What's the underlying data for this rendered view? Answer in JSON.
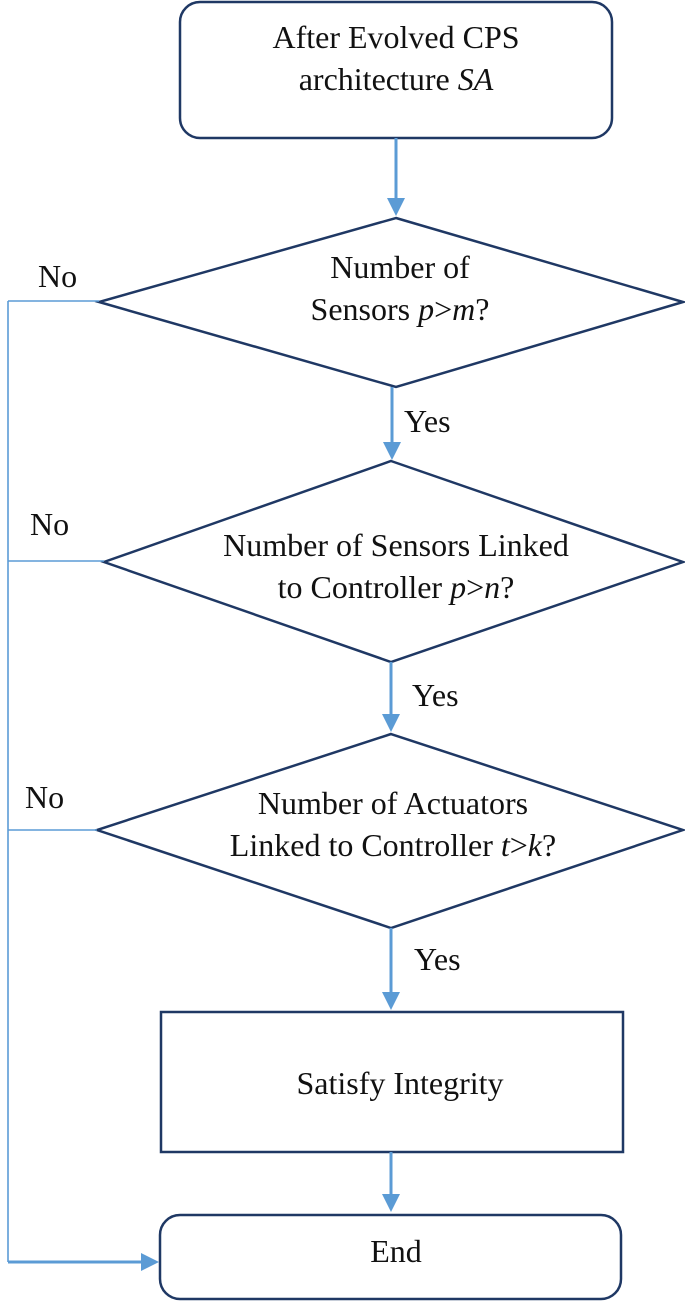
{
  "colors": {
    "arrow": "#5b9bd5",
    "outline": "#1f3864",
    "text": "#111111"
  },
  "nodes": {
    "start": {
      "line1": "After Evolved CPS",
      "line2_plain": "architecture ",
      "line2_italic": "SA"
    },
    "decision1": {
      "line1": "Number of",
      "line2_plain": "Sensors ",
      "line2_italic_a": "p",
      "line2_op": ">",
      "line2_italic_b": "m",
      "line2_end": "?"
    },
    "decision2": {
      "line1": "Number of Sensors Linked",
      "line2_plain": "to Controller ",
      "line2_italic_a": "p",
      "line2_op": ">",
      "line2_italic_b": "n",
      "line2_end": "?"
    },
    "decision3": {
      "line1": "Number of Actuators",
      "line2_plain": "Linked to Controller ",
      "line2_italic_a": "t",
      "line2_op": ">",
      "line2_italic_b": "k",
      "line2_end": "?"
    },
    "process": {
      "label": "Satisfy Integrity"
    },
    "end": {
      "label": "End"
    }
  },
  "edges": {
    "d1_yes": "Yes",
    "d1_no": "No",
    "d2_yes": "Yes",
    "d2_no": "No",
    "d3_yes": "Yes",
    "d3_no": "No"
  }
}
